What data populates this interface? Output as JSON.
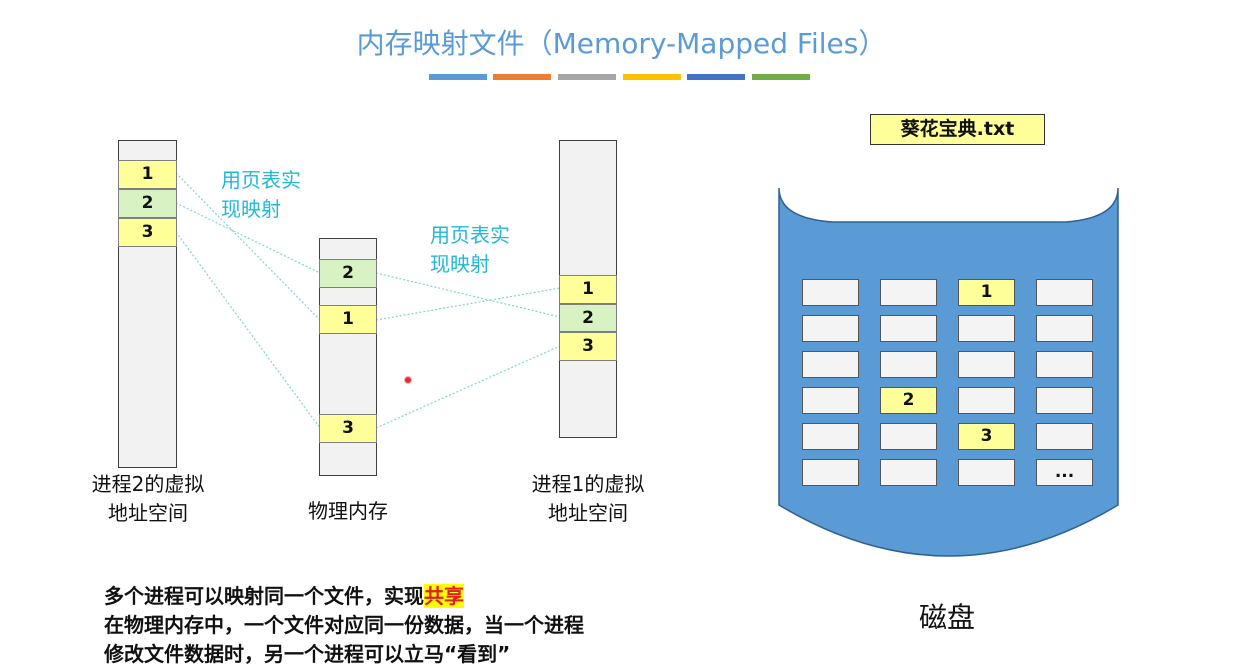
{
  "title": "内存映射文件（Memory-Mapped Files）",
  "stripe_colors": [
    "#5b9bd5",
    "#ed7d31",
    "#a5a5a5",
    "#ffc000",
    "#4472c4",
    "#70ad47"
  ],
  "proc2": {
    "caption_line1": "进程2的虚拟",
    "caption_line2": "地址空间",
    "pages": [
      "1",
      "2",
      "3"
    ]
  },
  "phys": {
    "caption": "物理内存",
    "pages": [
      "2",
      "1",
      "3"
    ]
  },
  "proc1": {
    "caption_line1": "进程1的虚拟",
    "caption_line2": "地址空间",
    "pages": [
      "1",
      "2",
      "3"
    ]
  },
  "annot_left": {
    "line1": "用页表实",
    "line2": "现映射"
  },
  "annot_right": {
    "line1": "用页表实",
    "line2": "现映射"
  },
  "bottom_text": {
    "line1_prefix": "多个进程可以映射同一个文件，实现",
    "line1_highlight": "共享",
    "line2": "在物理内存中，一个文件对应同一份数据，当一个进程",
    "line3": "修改文件数据时，另一个进程可以立马“看到”"
  },
  "file_name": "葵花宝典.txt",
  "disk": {
    "label": "磁盘",
    "grid": [
      [
        "",
        "",
        "1",
        ""
      ],
      [
        "",
        "",
        "",
        ""
      ],
      [
        "",
        "",
        "",
        ""
      ],
      [
        "",
        "2",
        "",
        ""
      ],
      [
        "",
        "",
        "3",
        ""
      ],
      [
        "",
        "",
        "",
        "..."
      ]
    ]
  },
  "colors": {
    "title": "#5b9bd5",
    "annotation": "#22b8d6",
    "disk_fill": "#5b9bd5",
    "page_yellow": "#ffff99",
    "page_green": "#d9f2c4",
    "highlight_text": "#e02020"
  }
}
